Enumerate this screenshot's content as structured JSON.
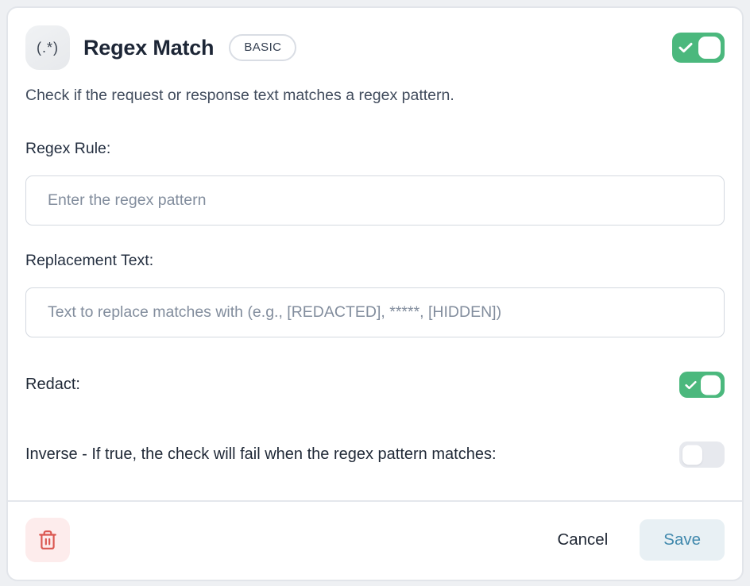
{
  "header": {
    "icon_text": "(.*)",
    "title": "Regex Match",
    "badge_label": "BASIC"
  },
  "description": "Check if the request or response text matches a regex pattern.",
  "fields": {
    "regex_rule": {
      "label": "Regex Rule:",
      "placeholder": "Enter the regex pattern",
      "value": ""
    },
    "replacement_text": {
      "label": "Replacement Text:",
      "placeholder": "Text to replace matches with (e.g., [REDACTED], *****, [HIDDEN])",
      "value": ""
    }
  },
  "toggles": {
    "enabled": {
      "state": "on"
    },
    "redact": {
      "label": "Redact:",
      "state": "on"
    },
    "inverse": {
      "label": "Inverse - If true, the check will fail when the regex pattern matches:",
      "state": "off"
    }
  },
  "footer": {
    "cancel_label": "Cancel",
    "save_label": "Save"
  },
  "colors": {
    "toggle_on": "#4bb87d",
    "toggle_off": "#e7e9ee",
    "save_text": "#4189ad",
    "save_bg": "#e8f0f4",
    "delete_icon_color": "#da564f",
    "delete_bg": "#fdecec"
  }
}
